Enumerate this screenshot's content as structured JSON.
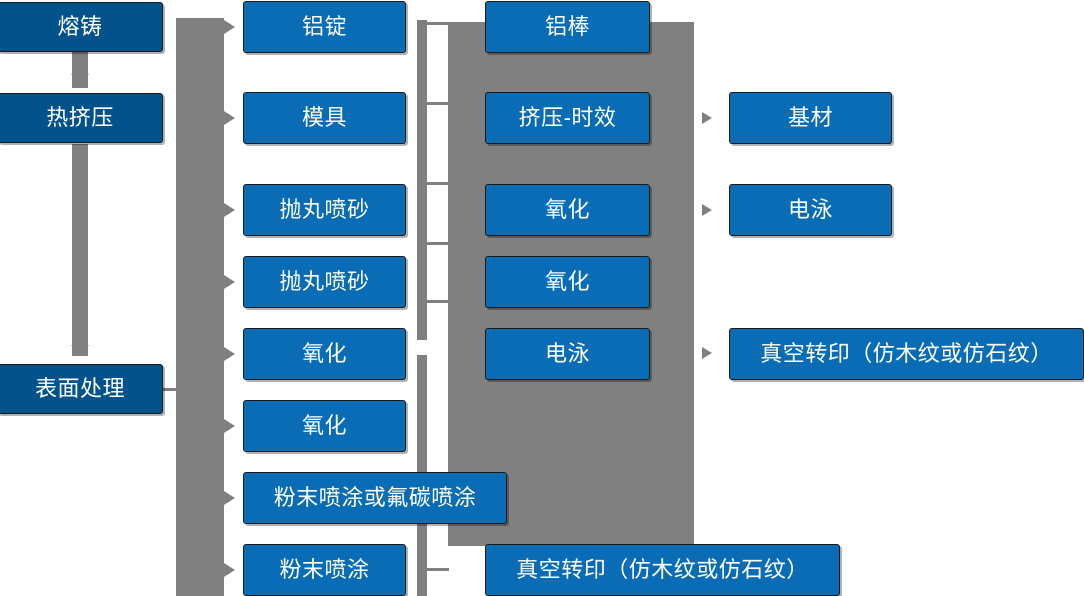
{
  "diagram": {
    "type": "flowchart",
    "title": "",
    "colors": {
      "dark_blue": "#03528c",
      "light_blue": "#0a6cb5",
      "connector_gray": "#808080",
      "text": "#ffffff",
      "background": "#ffffff"
    },
    "columns": [
      {
        "name": "stage-column",
        "style": "dark",
        "nodes": [
          {
            "id": "melt-casting",
            "label": "熔铸"
          },
          {
            "id": "hot-extrusion",
            "label": "热挤压"
          },
          {
            "id": "surface-treatment",
            "label": "表面处理"
          }
        ]
      },
      {
        "name": "process-column-1",
        "style": "light",
        "nodes": [
          {
            "id": "aluminum-ingot",
            "label": "铝锭"
          },
          {
            "id": "mold",
            "label": "模具"
          },
          {
            "id": "shot-blasting-1",
            "label": "抛丸喷砂"
          },
          {
            "id": "shot-blasting-2",
            "label": "抛丸喷砂"
          },
          {
            "id": "oxidation-1",
            "label": "氧化"
          },
          {
            "id": "oxidation-2",
            "label": "氧化"
          },
          {
            "id": "powder-or-fluorocarbon",
            "label": "粉末喷涂或氟碳喷涂"
          },
          {
            "id": "powder-coating",
            "label": "粉末喷涂"
          }
        ]
      },
      {
        "name": "process-column-2",
        "style": "light",
        "nodes": [
          {
            "id": "aluminum-rod",
            "label": "铝棒"
          },
          {
            "id": "extrusion-aging",
            "label": "挤压-时效"
          },
          {
            "id": "oxidation-3",
            "label": "氧化"
          },
          {
            "id": "oxidation-4",
            "label": "氧化"
          },
          {
            "id": "electrophoresis-1",
            "label": "电泳"
          },
          {
            "id": "vacuum-transfer-1",
            "label": "真空转印（仿木纹或仿石纹）"
          }
        ]
      },
      {
        "name": "result-column",
        "style": "light",
        "nodes": [
          {
            "id": "base-material",
            "label": "基材"
          },
          {
            "id": "electrophoresis-2",
            "label": "电泳"
          },
          {
            "id": "vacuum-transfer-2",
            "label": "真空转印（仿木纹或仿石纹）"
          }
        ]
      }
    ]
  }
}
